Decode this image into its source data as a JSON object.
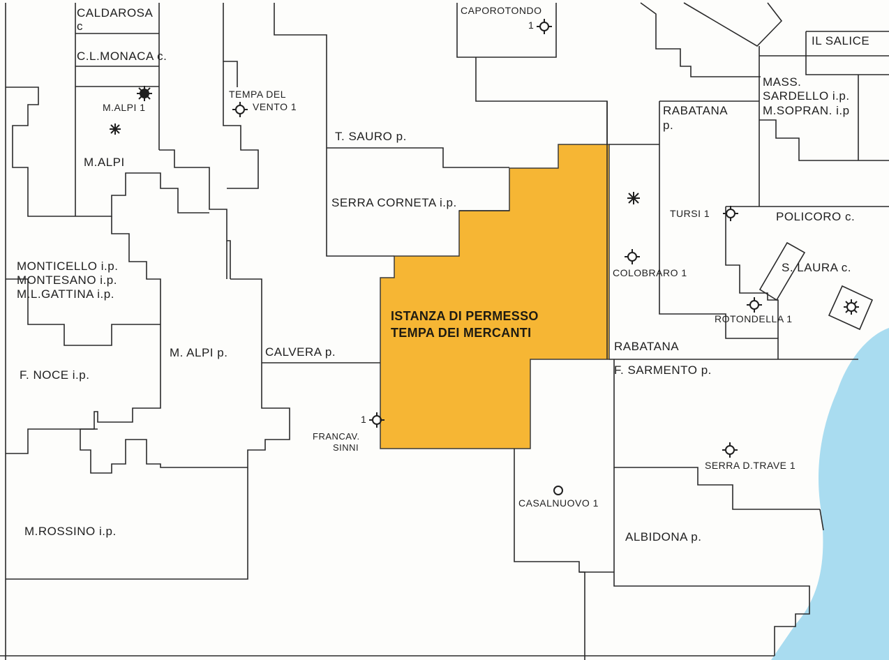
{
  "colors": {
    "permit_area": "#f6b634",
    "sea": "#a9dcf0",
    "lines": "#2a2a2a",
    "background": "#fdfdfb"
  },
  "permit": {
    "line1": "ISTANZA DI PERMESSO",
    "line2": "TEMPA DEI MERCANTI"
  },
  "labels": {
    "caldarosa": "CALDAROSA",
    "caldarosa_c": "c",
    "cl_monaca": "C.L.MONACA c.",
    "m_alpi_1": "M.ALPI 1",
    "m_alpi": "M.ALPI",
    "tempa_del": "TEMPA DEL",
    "vento_1": "VENTO 1",
    "caporotondo": "CAPOROTONDO",
    "caporotondo_1": "1",
    "il_salice": "IL SALICE",
    "mass": "MASS.",
    "sardello": "SARDELLO i.p.",
    "m_sopran": "M.SOPRAN. i.p",
    "rabatana_p": "RABATANA",
    "rabatana_p2": "p.",
    "t_sauro": "T. SAURO p.",
    "serra_corneta": "SERRA CORNETA i.p.",
    "tursi_1": "TURSI 1",
    "policoro": "POLICORO c.",
    "colobraro_1": "COLOBRARO 1",
    "s_laura": "S. LAURA c.",
    "rotondella_1": "ROTONDELLA 1",
    "monticello": "MONTICELLO i.p.",
    "montesano": "MONTESANO i.p.",
    "ml_gattina": "M.L.GATTINA i.p.",
    "f_noce": "F. NOCE i.p.",
    "m_alpi_p": "M. ALPI p.",
    "calvera": "CALVERA p.",
    "rabatana": "RABATANA",
    "f_sarmento": "F. SARMENTO p.",
    "francav_1": "1",
    "francav": "FRANCAV.",
    "sinni": "SINNI",
    "serra_d_trave": "SERRA D.TRAVE 1",
    "casalnuovo": "CASALNUOVO 1",
    "albidona": "ALBIDONA p.",
    "m_rossino": "M.ROSSINO i.p."
  }
}
